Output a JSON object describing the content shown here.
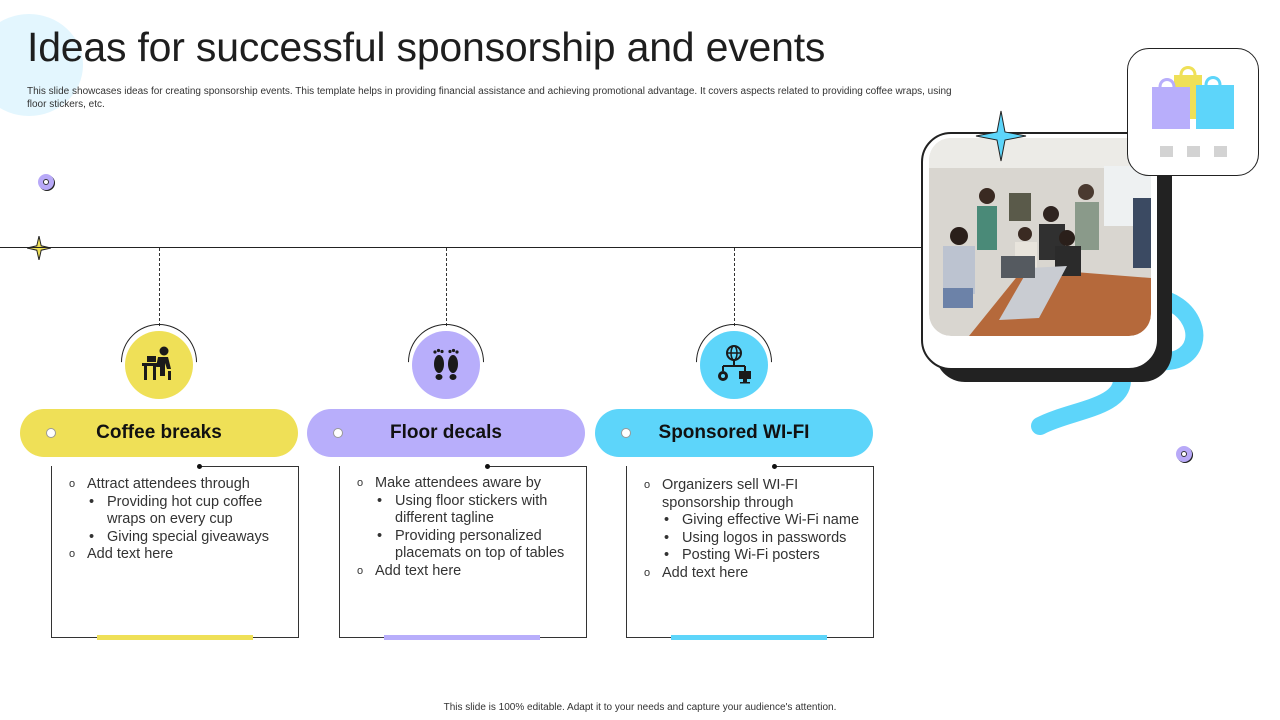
{
  "slide": {
    "title": "Ideas for successful sponsorship and events",
    "description": "This slide showcases ideas for creating sponsorship events. This template helps in providing financial assistance and achieving promotional advantage. It covers aspects related to providing coffee wraps, using floor stickers, etc.",
    "footer": "This slide is 100% editable. Adapt it to your needs and capture your audience's attention."
  },
  "colors": {
    "yellow": "#efe057",
    "purple": "#b8aefb",
    "blue": "#5dd5fa",
    "ink": "#222222"
  },
  "sections": [
    {
      "heading": "Coffee breaks",
      "icon": "desk-worker-icon",
      "items": [
        {
          "level": 1,
          "text": "Attract attendees through"
        },
        {
          "level": 2,
          "text": "Providing hot cup coffee wraps on every cup"
        },
        {
          "level": 2,
          "text": "Giving special giveaways"
        },
        {
          "level": 1,
          "text": "Add text here"
        }
      ]
    },
    {
      "heading": "Floor decals",
      "icon": "footprints-icon",
      "items": [
        {
          "level": 1,
          "text": "Make attendees aware by"
        },
        {
          "level": 2,
          "text": "Using floor stickers with different tagline"
        },
        {
          "level": 2,
          "text": "Providing personalized placemats on top of tables"
        },
        {
          "level": 1,
          "text": "Add text here"
        }
      ]
    },
    {
      "heading": "Sponsored WI-FI",
      "icon": "network-globe-icon",
      "items": [
        {
          "level": 1,
          "text": "Organizers sell WI-FI sponsorship through"
        },
        {
          "level": 2,
          "text": "Giving effective Wi-Fi name"
        },
        {
          "level": 2,
          "text": "Using logos in passwords"
        },
        {
          "level": 2,
          "text": "Posting Wi-Fi posters"
        },
        {
          "level": 1,
          "text": "Add text here"
        }
      ]
    }
  ]
}
